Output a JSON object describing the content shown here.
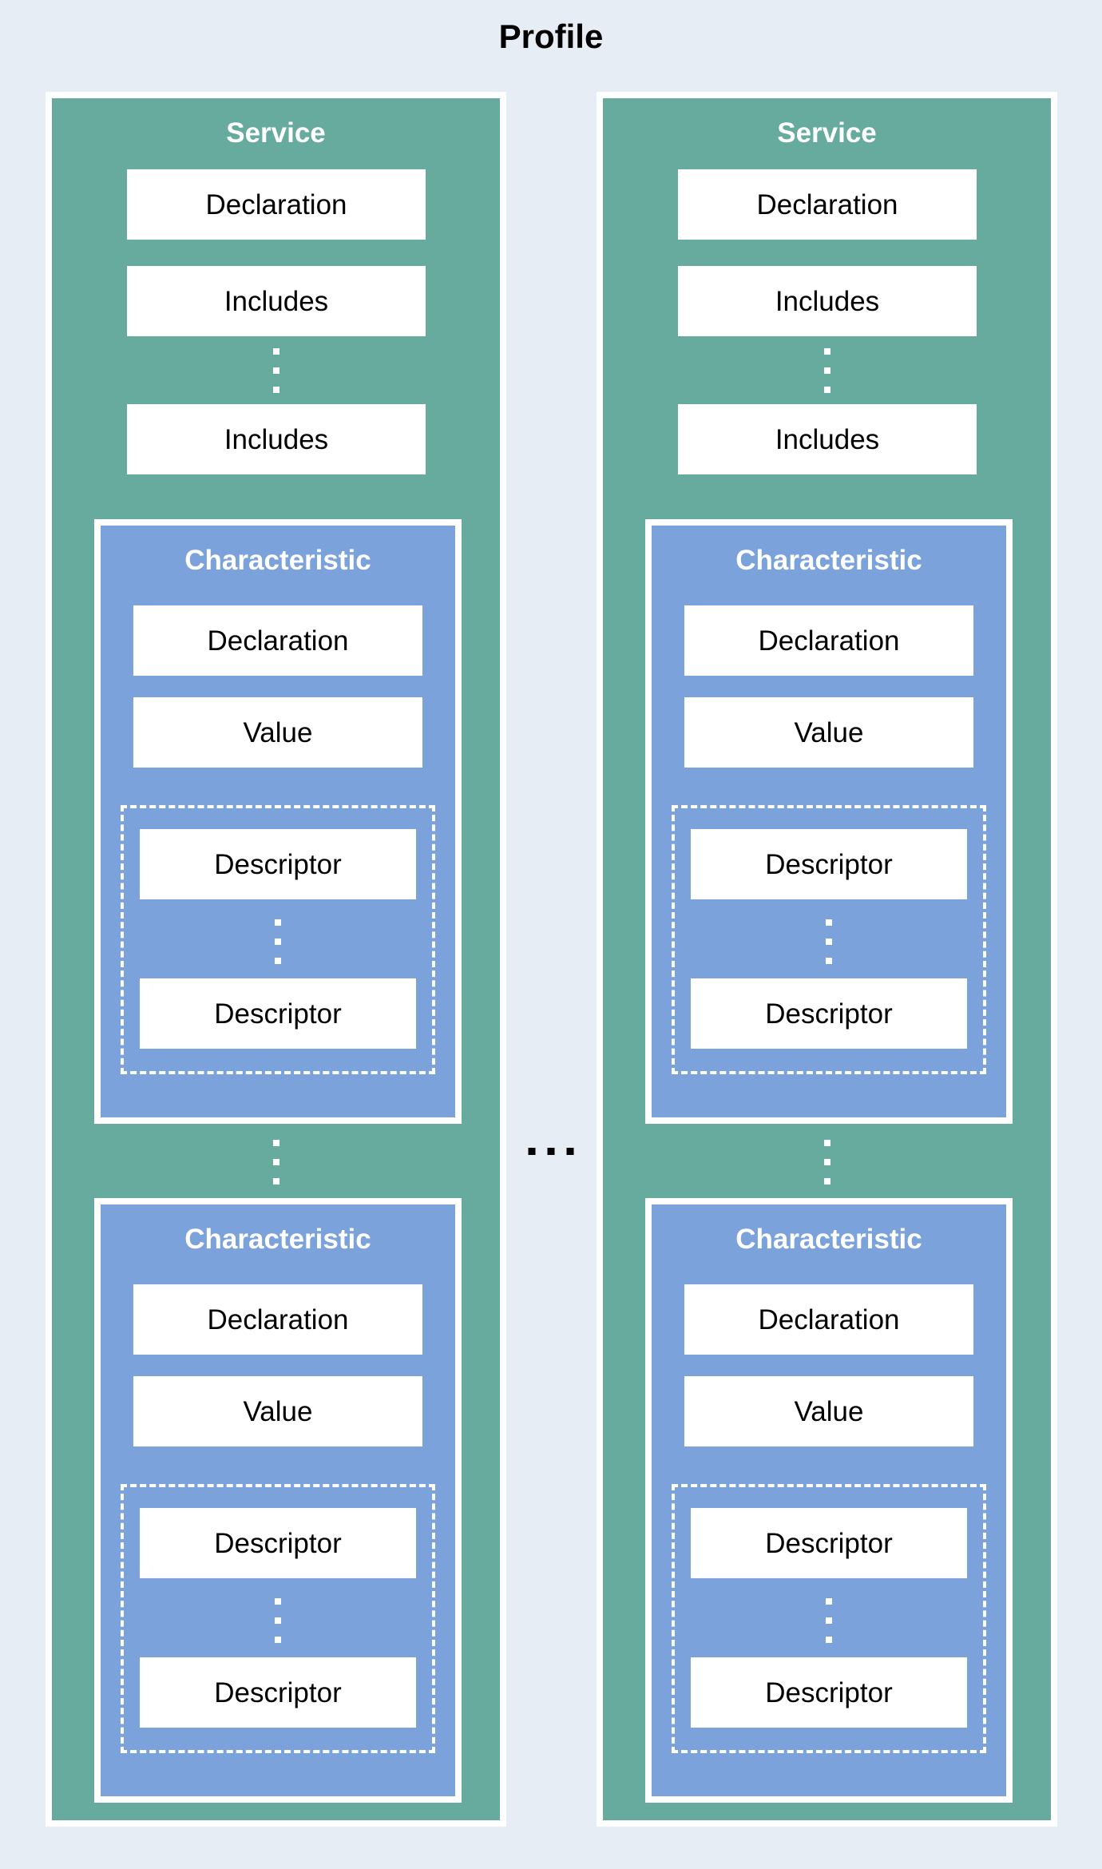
{
  "title": "Profile",
  "colors": {
    "background": "#E7EDF4",
    "service_fill": "#66AB9D",
    "characteristic_fill": "#7BA2DB",
    "label_box_fill": "#FFFFFF",
    "border_color": "#FFFFFF",
    "title_text": "#000000",
    "header_text": "#FFFFFF",
    "label_text": "#000000"
  },
  "icons": {
    "between_services": "horizontal-ellipsis",
    "between_items": "vertical-ellipsis"
  },
  "services": [
    {
      "title": "Service",
      "declaration_label": "Declaration",
      "includes": [
        "Includes",
        "Includes"
      ],
      "characteristics": [
        {
          "title": "Characteristic",
          "declaration_label": "Declaration",
          "value_label": "Value",
          "descriptors": [
            "Descriptor",
            "Descriptor"
          ]
        },
        {
          "title": "Characteristic",
          "declaration_label": "Declaration",
          "value_label": "Value",
          "descriptors": [
            "Descriptor",
            "Descriptor"
          ]
        }
      ]
    },
    {
      "title": "Service",
      "declaration_label": "Declaration",
      "includes": [
        "Includes",
        "Includes"
      ],
      "characteristics": [
        {
          "title": "Characteristic",
          "declaration_label": "Declaration",
          "value_label": "Value",
          "descriptors": [
            "Descriptor",
            "Descriptor"
          ]
        },
        {
          "title": "Characteristic",
          "declaration_label": "Declaration",
          "value_label": "Value",
          "descriptors": [
            "Descriptor",
            "Descriptor"
          ]
        }
      ]
    }
  ]
}
